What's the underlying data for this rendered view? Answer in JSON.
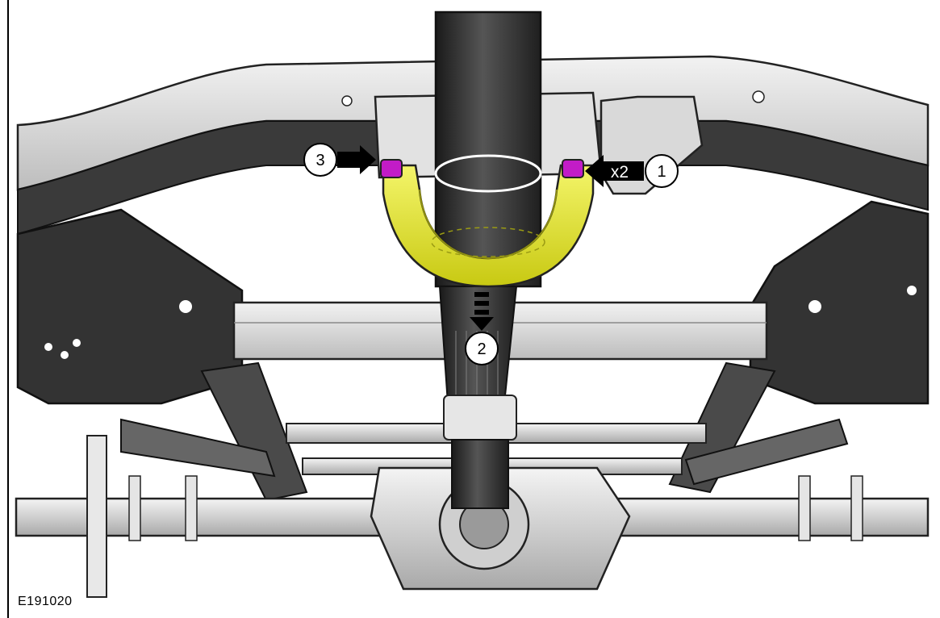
{
  "figure": {
    "id": "E191020"
  },
  "callouts": [
    {
      "number": "1"
    },
    {
      "number": "2"
    },
    {
      "number": "3"
    }
  ],
  "quantity": {
    "label": "x2"
  },
  "colors": {
    "highlight": "#e6e832",
    "fastener": "#c21cc7",
    "steel_light": "#d8d8d8",
    "steel_dark": "#2b2b2b"
  }
}
